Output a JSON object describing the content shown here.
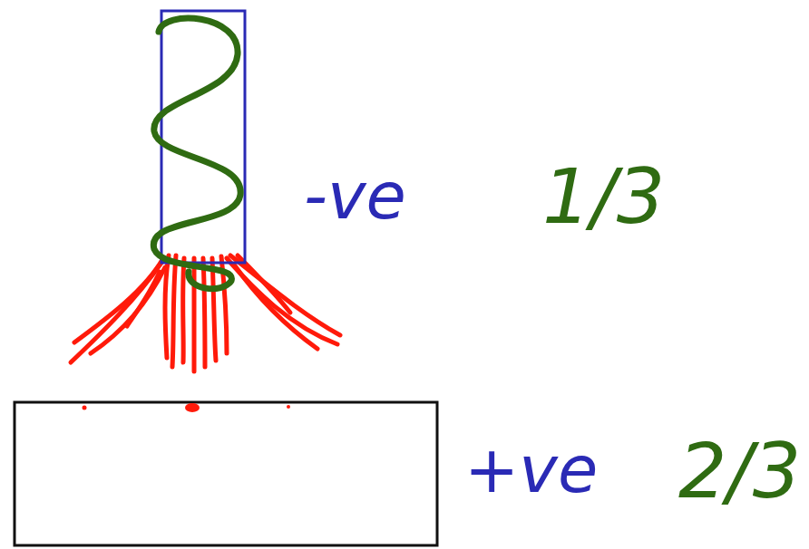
{
  "diagram": {
    "labels": [
      "-ve",
      "1/3",
      "+ve",
      "2/3"
    ]
  }
}
